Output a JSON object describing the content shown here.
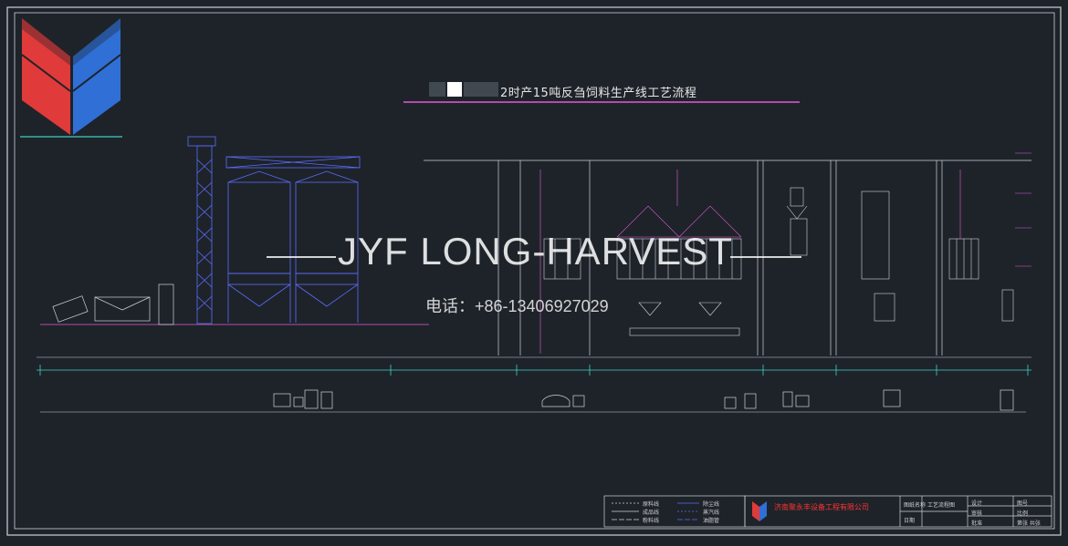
{
  "drawing_title": "2时产15吨反刍饲料生产线工艺流程",
  "watermark": {
    "title": "JYF LONG-HARVEST",
    "phone": "电话：+86-13406927029"
  },
  "title_block": {
    "company_name_cn": "济南聚永丰设备工程有限公司",
    "drawing_name_label": "图纸名称",
    "drawing_name": "工艺流程图",
    "design_label": "设计",
    "check_label": "审核",
    "approve_label": "批准",
    "no_label": "图号",
    "scale_label": "比例",
    "date_label": "日期",
    "sheet_label": "第张 共张"
  },
  "legend": {
    "items": [
      "原料线",
      "成品线",
      "粉料线",
      "除尘线",
      "蒸汽线",
      "油脂管"
    ]
  },
  "colors": {
    "background": "#1e2329",
    "line_main": "#cfd3da",
    "line_magenta": "#e25bd9",
    "line_cyan": "#3fd0c4",
    "line_blue": "#5b6cff",
    "logo_red": "#e03a3a",
    "logo_blue": "#2f6fd6",
    "company_red": "#ff3333"
  }
}
